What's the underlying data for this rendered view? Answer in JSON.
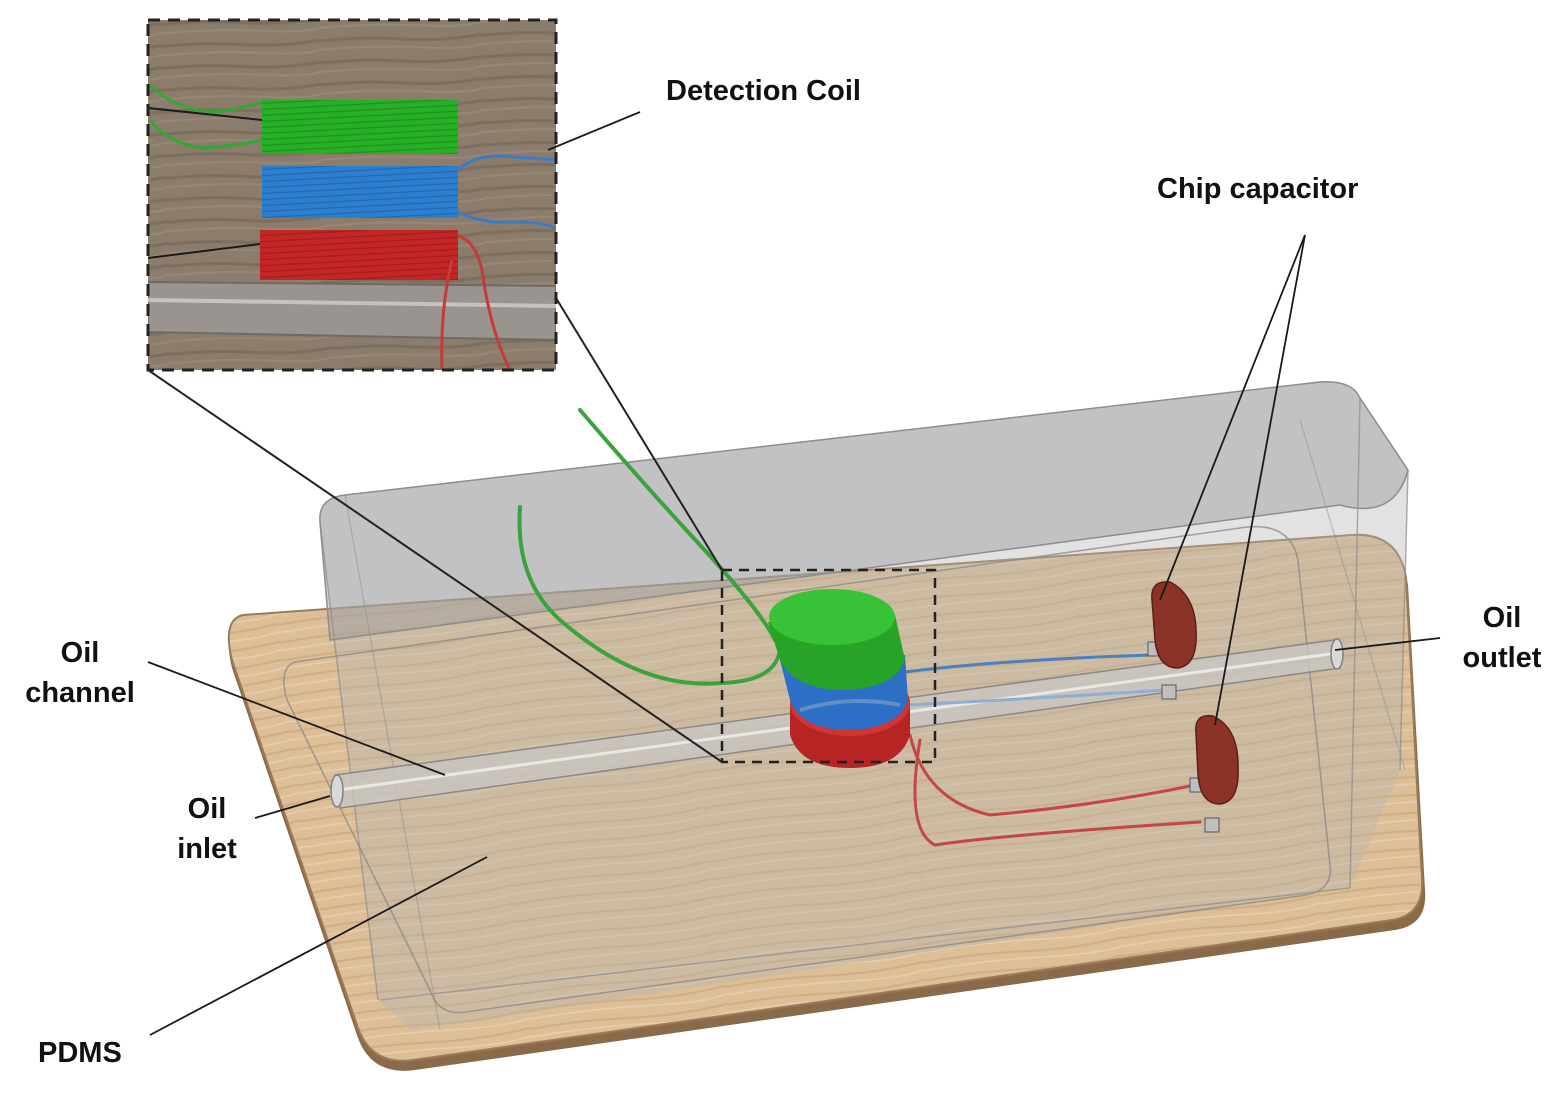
{
  "labels": {
    "detection_coil": "Detection Coil",
    "chip_capacitor": "Chip capacitor",
    "oil_channel": [
      "Oil",
      "channel"
    ],
    "oil_inlet": [
      "Oil",
      "inlet"
    ],
    "oil_outlet": [
      "Oil",
      "outlet"
    ],
    "pdms": "PDMS"
  },
  "colors": {
    "coil_green": "#2fb52f",
    "coil_blue": "#2f7fd0",
    "coil_red": "#c42a2a",
    "capacitor": "#8a3326",
    "base_wood": "#e5cba6",
    "pdms_cover": "#bfbfc2",
    "leader_line": "#1a1a1a"
  }
}
